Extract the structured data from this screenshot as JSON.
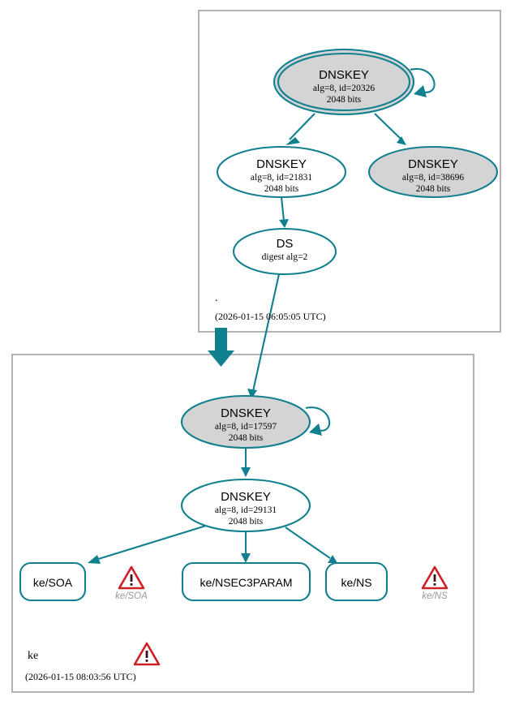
{
  "diagram": {
    "type": "dnssec-authentication-chain",
    "accent_color": "#10808f",
    "node_fill_secure": "#d4d4d4",
    "node_fill_plain": "#ffffff",
    "zone_border_color": "#a0a0a0",
    "warning_color": "#cc2026"
  },
  "zones": [
    {
      "id": "root",
      "name": ".",
      "timestamp": "(2026-01-15 06:05:05 UTC)",
      "has_warning": false
    },
    {
      "id": "ke",
      "name": "ke",
      "timestamp": "(2026-01-15 08:03:56 UTC)",
      "has_warning": true,
      "warning_icon": "warning-triangle-icon"
    }
  ],
  "nodes": [
    {
      "id": "root-ksk-20326",
      "zone": "root",
      "kind": "DNSKEY",
      "title": "DNSKEY",
      "line2": "alg=8, id=20326",
      "line3": "2048 bits",
      "double_ring": true,
      "filled": true,
      "self_signed": true
    },
    {
      "id": "root-zsk-21831",
      "zone": "root",
      "kind": "DNSKEY",
      "title": "DNSKEY",
      "line2": "alg=8, id=21831",
      "line3": "2048 bits",
      "double_ring": false,
      "filled": false,
      "self_signed": false
    },
    {
      "id": "root-zsk-38696",
      "zone": "root",
      "kind": "DNSKEY",
      "title": "DNSKEY",
      "line2": "alg=8, id=38696",
      "line3": "2048 bits",
      "double_ring": false,
      "filled": true,
      "self_signed": false
    },
    {
      "id": "root-ds",
      "zone": "root",
      "kind": "DS",
      "title": "DS",
      "line2": "digest alg=2",
      "line3": "",
      "double_ring": false,
      "filled": false,
      "self_signed": false
    },
    {
      "id": "ke-ksk-17597",
      "zone": "ke",
      "kind": "DNSKEY",
      "title": "DNSKEY",
      "line2": "alg=8, id=17597",
      "line3": "2048 bits",
      "double_ring": false,
      "filled": true,
      "self_signed": true
    },
    {
      "id": "ke-zsk-29131",
      "zone": "ke",
      "kind": "DNSKEY",
      "title": "DNSKEY",
      "line2": "alg=8, id=29131",
      "line3": "2048 bits",
      "double_ring": false,
      "filled": false,
      "self_signed": false
    }
  ],
  "rrsets": [
    {
      "id": "ke-soa",
      "label": "ke/SOA"
    },
    {
      "id": "ke-nsec3param",
      "label": "ke/NSEC3PARAM"
    },
    {
      "id": "ke-ns",
      "label": "ke/NS"
    }
  ],
  "warnings": [
    {
      "id": "warn-ke-soa",
      "caption": "ke/SOA",
      "icon": "warning-triangle-icon"
    },
    {
      "id": "warn-ke-ns",
      "caption": "ke/NS",
      "icon": "warning-triangle-icon"
    }
  ],
  "edges": [
    {
      "from": "root-ksk-20326",
      "to": "root-ksk-20326",
      "kind": "self-signature"
    },
    {
      "from": "root-ksk-20326",
      "to": "root-zsk-21831",
      "kind": "signature"
    },
    {
      "from": "root-ksk-20326",
      "to": "root-zsk-38696",
      "kind": "signature"
    },
    {
      "from": "root-zsk-21831",
      "to": "root-ds",
      "kind": "signature"
    },
    {
      "from": "root-ds",
      "to": "ke-ksk-17597",
      "kind": "delegation"
    },
    {
      "from": "ke-ksk-17597",
      "to": "ke-ksk-17597",
      "kind": "self-signature"
    },
    {
      "from": "ke-ksk-17597",
      "to": "ke-zsk-29131",
      "kind": "signature"
    },
    {
      "from": "ke-zsk-29131",
      "to": "ke-soa",
      "kind": "signature"
    },
    {
      "from": "ke-zsk-29131",
      "to": "ke-nsec3param",
      "kind": "signature"
    },
    {
      "from": "ke-zsk-29131",
      "to": "ke-ns",
      "kind": "signature"
    }
  ]
}
